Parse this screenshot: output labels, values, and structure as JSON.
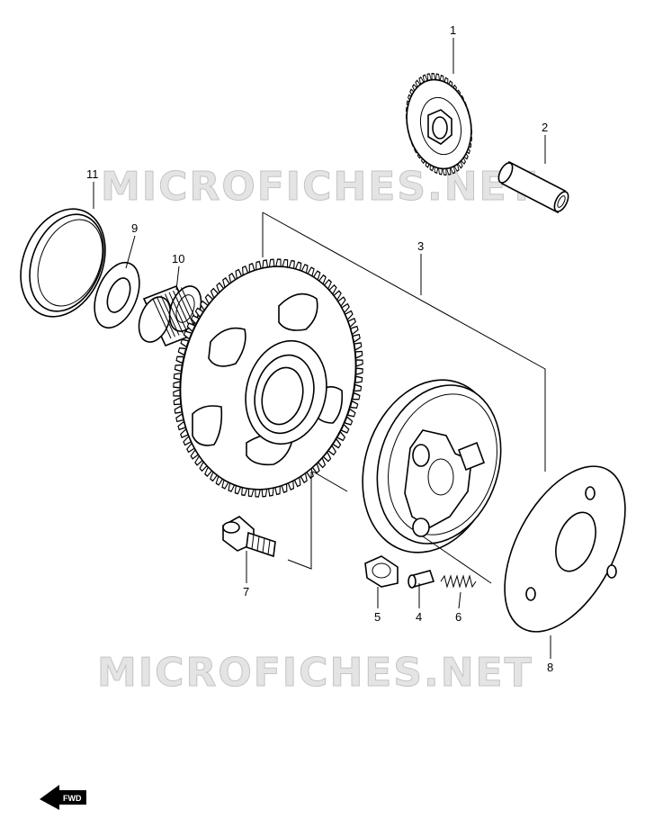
{
  "watermark": {
    "top": "MICROFICHES.NET",
    "bottom": "MICROFICHES.NET"
  },
  "direction_marker": {
    "text": "FWD"
  },
  "callouts": [
    "1",
    "2",
    "3",
    "4",
    "5",
    "6",
    "7",
    "8",
    "9",
    "10",
    "11"
  ]
}
